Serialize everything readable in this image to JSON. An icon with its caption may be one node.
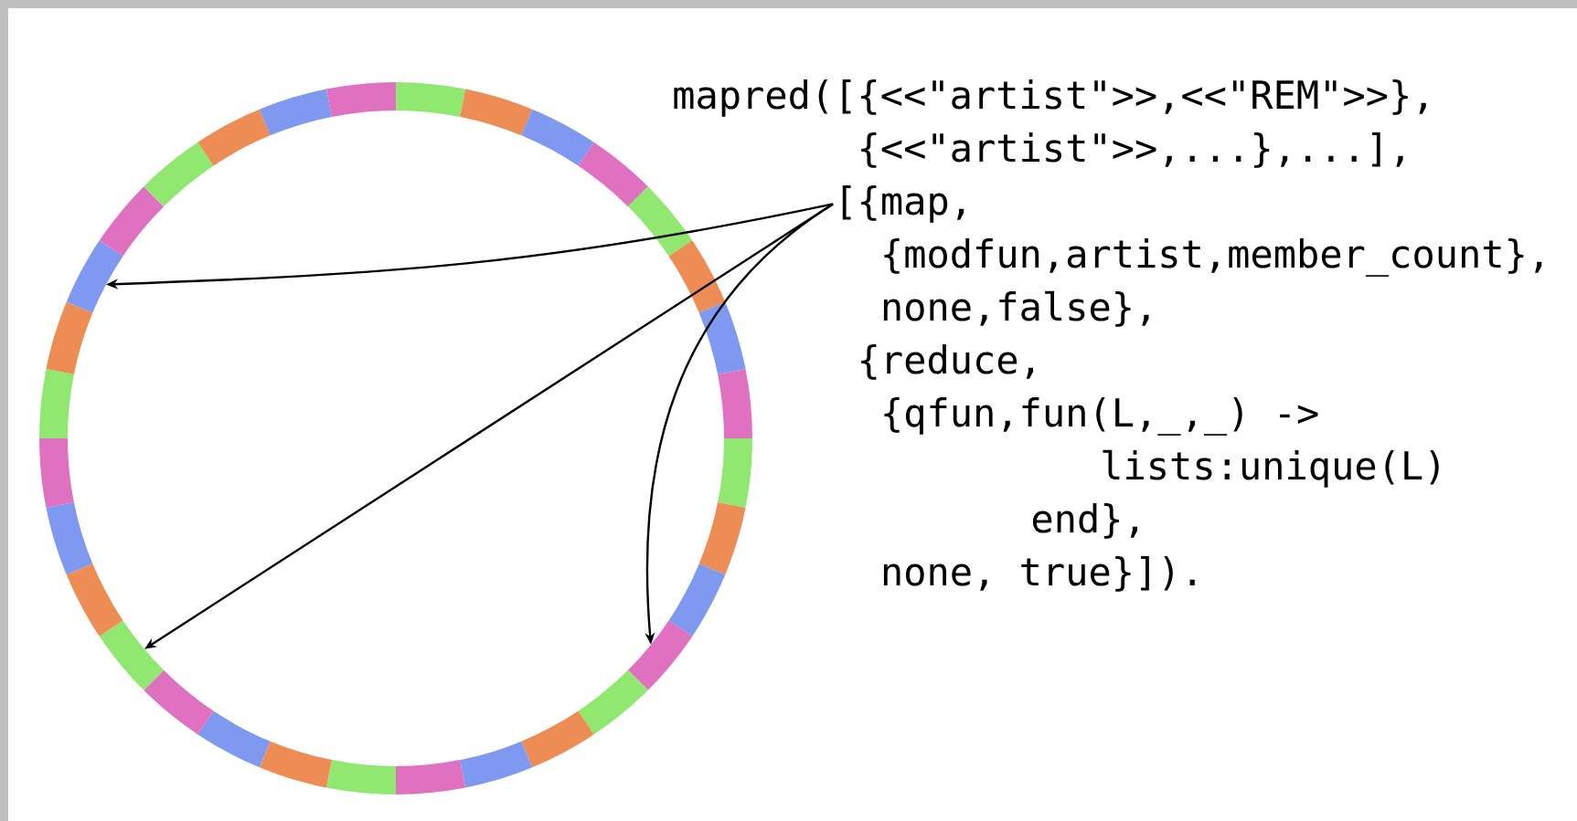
{
  "diagram": {
    "nodes": [
      {
        "text": [
          "[{map,"
        ]
      },
      {
        "text": [],
        "shape": "circle"
      }
    ],
    "edges": [
      {
        "from": 0,
        "to": 1,
        "arrow": "to"
      },
      {
        "from": 0,
        "to": 1,
        "arrow": "to"
      },
      {
        "from": 0,
        "to": 1,
        "arrow": "to"
      }
    ],
    "labels": [
      "mapred([{<<\"artist\">>,<<\"REM\">>},",
      "{<<\"artist\">>,...},...],",
      "{modfun,artist,member_count},",
      "none,false},",
      "{reduce,",
      "{qfun,fun(L,_,_) ->",
      "lists:unique(L)",
      "end},",
      "none, true}])."
    ]
  }
}
